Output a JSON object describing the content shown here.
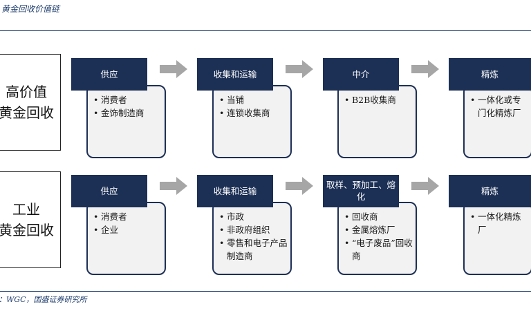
{
  "title": "黄金回收价值链",
  "source": "：WGC，国盛证券研究所",
  "rows": [
    {
      "category": [
        "高价值",
        "黄金回收"
      ],
      "stages": [
        {
          "header": "供应",
          "items": [
            "消费者",
            "金饰制造商"
          ]
        },
        {
          "header": "收集和运输",
          "items": [
            "当铺",
            "连锁收集商"
          ]
        },
        {
          "header": "中介",
          "items": [
            "B2B收集商"
          ]
        },
        {
          "header": "精炼",
          "items": [
            "一体化或专门化精炼厂"
          ]
        }
      ]
    },
    {
      "category": [
        "工业",
        "黄金回收"
      ],
      "stages": [
        {
          "header": "供应",
          "items": [
            "消费者",
            "企业"
          ]
        },
        {
          "header": "收集和运输",
          "items": [
            "市政",
            "非政府组织",
            "零售和电子产品制造商"
          ]
        },
        {
          "header": "取样、预加工、熔化",
          "items": [
            "回收商",
            "金属熔炼厂",
            "“电子废品”回收商"
          ]
        },
        {
          "header": "精炼",
          "items": [
            "一体化精炼厂"
          ]
        }
      ]
    }
  ],
  "colors": {
    "header_bg": "#1c2f55",
    "box_bg": "#f2f2f2",
    "arrow": "#a6a6a6",
    "title": "#1b3a6b"
  }
}
